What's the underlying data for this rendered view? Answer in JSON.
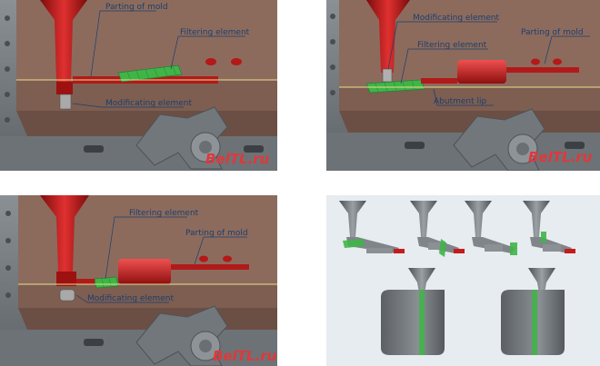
{
  "panel1": {
    "labels": {
      "parting": "Parting of mold",
      "filtering": "Filtering element",
      "modificating": "Modificating element"
    },
    "watermark": "BelTL.ru"
  },
  "panel2": {
    "labels": {
      "modificating": "Modificating element",
      "filtering": "Filtering element",
      "parting": "Parting of mold",
      "abutment": "Abutment lip"
    },
    "watermark": "BelTL.ru"
  },
  "panel3": {
    "labels": {
      "filtering": "Filtering element",
      "parting": "Parting of mold",
      "modificating": "Modificating element"
    },
    "watermark": "BelTL.ru"
  },
  "colors": {
    "mold_body": "#8a6a5c",
    "mold_frame": "#6f7478",
    "cavity_red": "#c61b1b",
    "filter_green": "#3fb548",
    "parting_line": "#e7e08a",
    "label_text": "#1b3f6e",
    "watermark": "#e0383a"
  }
}
